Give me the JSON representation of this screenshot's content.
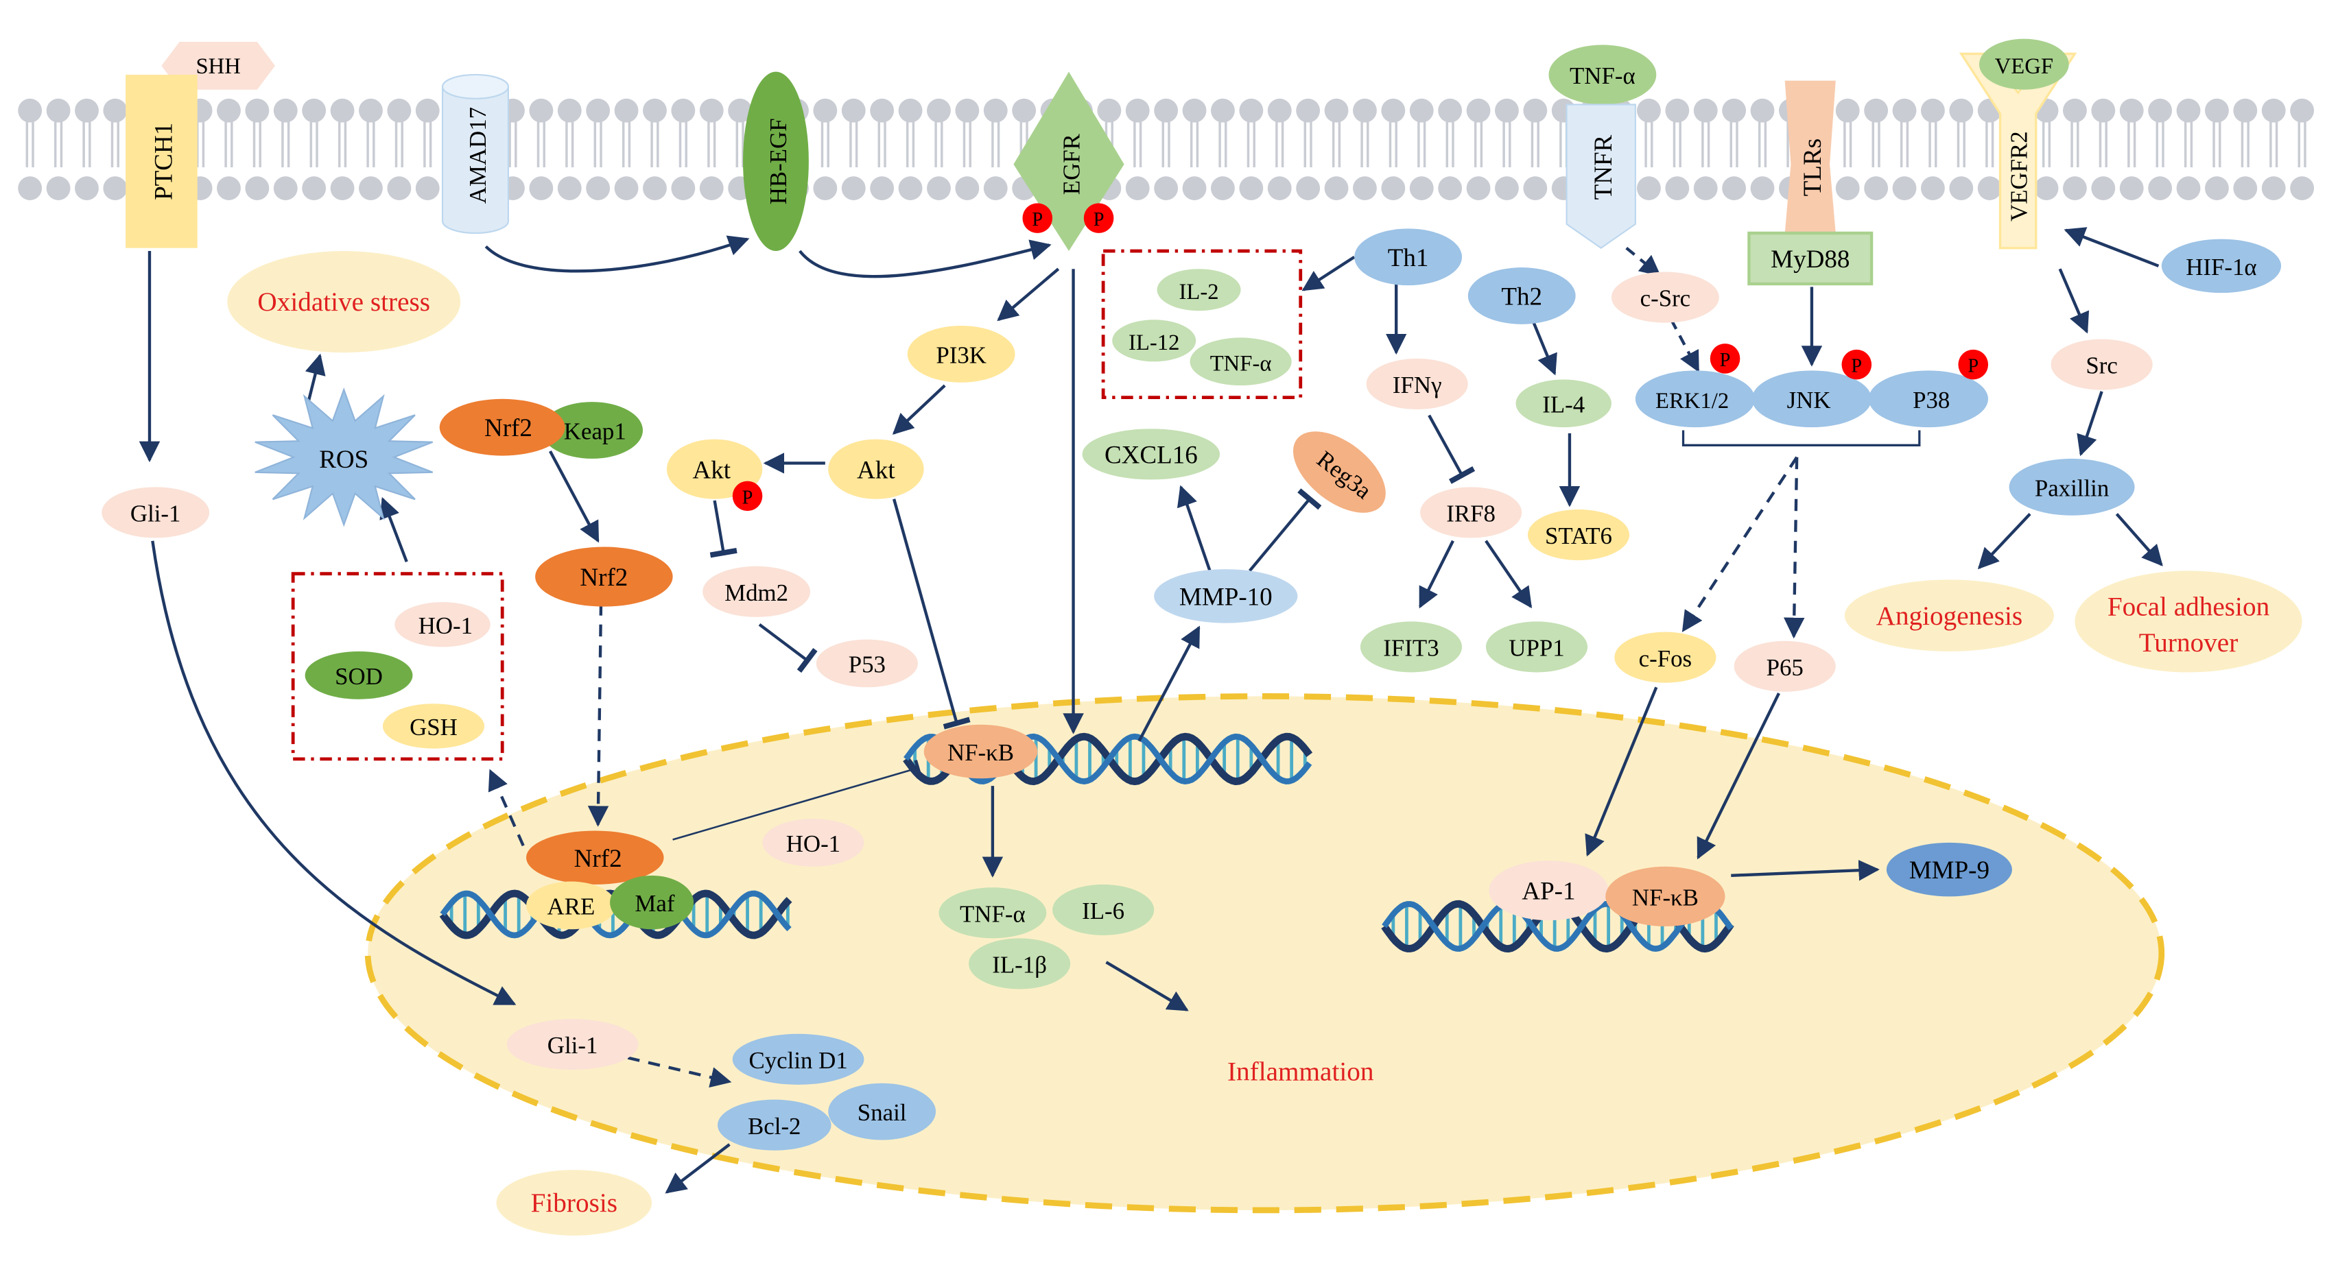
{
  "labels": {
    "shh": "SHH",
    "ptch1": "PTCH1",
    "amad17": "AMAD17",
    "hbegf": "HB-EGF",
    "egfr": "EGFR",
    "tnfa_ligand": "TNF-α",
    "tnfr": "TNFR",
    "tlrs": "TLRs",
    "vegf": "VEGF",
    "vegfr2": "VEGFR2",
    "hif1a": "HIF-1α",
    "p": "P",
    "oxidative_stress": "Oxidative stress",
    "ros": "ROS",
    "nrf2": "Nrf2",
    "keap1": "Keap1",
    "pi3k": "PI3K",
    "akt": "Akt",
    "mdm2": "Mdm2",
    "p53": "P53",
    "ho1": "HO-1",
    "sod": "SOD",
    "gsh": "GSH",
    "gli1": "Gli-1",
    "il2": "IL-2",
    "il12": "IL-12",
    "tnfa": "TNF-α",
    "th1": "Th1",
    "th2": "Th2",
    "ifng": "IFNγ",
    "il4": "IL-4",
    "irf8": "IRF8",
    "stat6": "STAT6",
    "ifit3": "IFIT3",
    "upp1": "UPP1",
    "cxcl16": "CXCL16",
    "reg3a": "Reg3a",
    "mmp10": "MMP-10",
    "csrc": "c-Src",
    "myd88": "MyD88",
    "erk12": "ERK1/2",
    "jnk": "JNK",
    "p38": "P38",
    "src": "Src",
    "paxillin": "Paxillin",
    "angiogenesis": "Angiogenesis",
    "focal_adhesion_1": "Focal adhesion",
    "focal_adhesion_2": "Turnover",
    "cfos": "c-Fos",
    "p65": "P65",
    "nfkb": "NF-κB",
    "are": "ARE",
    "maf": "Maf",
    "il6": "IL-6",
    "il1b": "IL-1β",
    "inflammation": "Inflammation",
    "ap1": "AP-1",
    "mmp9": "MMP-9",
    "cyclind1": "Cyclin D1",
    "snail": "Snail",
    "bcl2": "Bcl-2",
    "fibrosis": "Fibrosis"
  },
  "colors": {
    "membrane_head": "#c9ccd3",
    "nucleus_fill": "#fcefc7",
    "nucleus_border": "#f1c232",
    "arrow": "#1f3864",
    "outcome_text": "#e02020",
    "outcome_fill": "#fcefc7",
    "pink": "#fbe1d6",
    "orange": "#ed7d31",
    "green": "#a9d18e",
    "green_dark": "#70ad47",
    "blue": "#9dc3e6",
    "blue_dark": "#6b9bd2",
    "yellow": "#ffe699",
    "salmon": "#f4b183",
    "phospho": "#ff0000",
    "dash_box": "#c00000",
    "dna_dark": "#1f3864",
    "dna_light": "#2e75b6",
    "dna_rung": "#4bacc6"
  }
}
